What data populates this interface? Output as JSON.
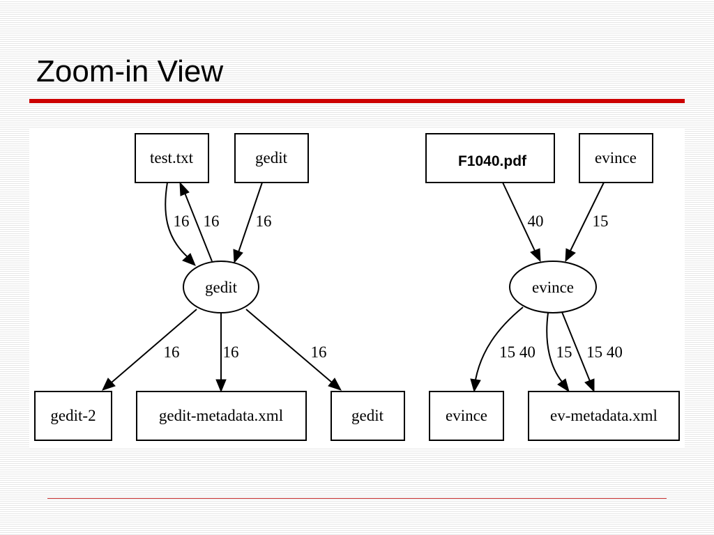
{
  "slide": {
    "title": "Zoom-in View"
  },
  "colors": {
    "title_rule": "#cc0000",
    "footer_rule": "#cc3333",
    "line": "#000000"
  },
  "left_graph": {
    "nodes": {
      "test_txt": "test.txt",
      "gedit_top": "gedit",
      "gedit_center": "gedit",
      "gedit_2": "gedit-2",
      "gedit_metadata": "gedit-metadata.xml",
      "gedit_bottom": "gedit"
    },
    "edges": {
      "test_to_gedit": "16",
      "gedit_to_test": "16",
      "gedit_top_to_gedit": "16",
      "gedit_to_gedit2": "16",
      "gedit_to_metadata": "16",
      "gedit_to_gedit_bottom": "16"
    }
  },
  "right_graph": {
    "nodes": {
      "f1040_pdf": "F1040.pdf",
      "evince_top": "evince",
      "evince_center": "evince",
      "evince_bottom": "evince",
      "ev_metadata": "ev-metadata.xml"
    },
    "edges": {
      "pdf_to_evince": "40",
      "evince_top_to_evince": "15",
      "evince_to_evince_bottom": "15 40",
      "evince_to_metadata_a": "15",
      "evince_to_metadata_b": "15 40"
    }
  }
}
